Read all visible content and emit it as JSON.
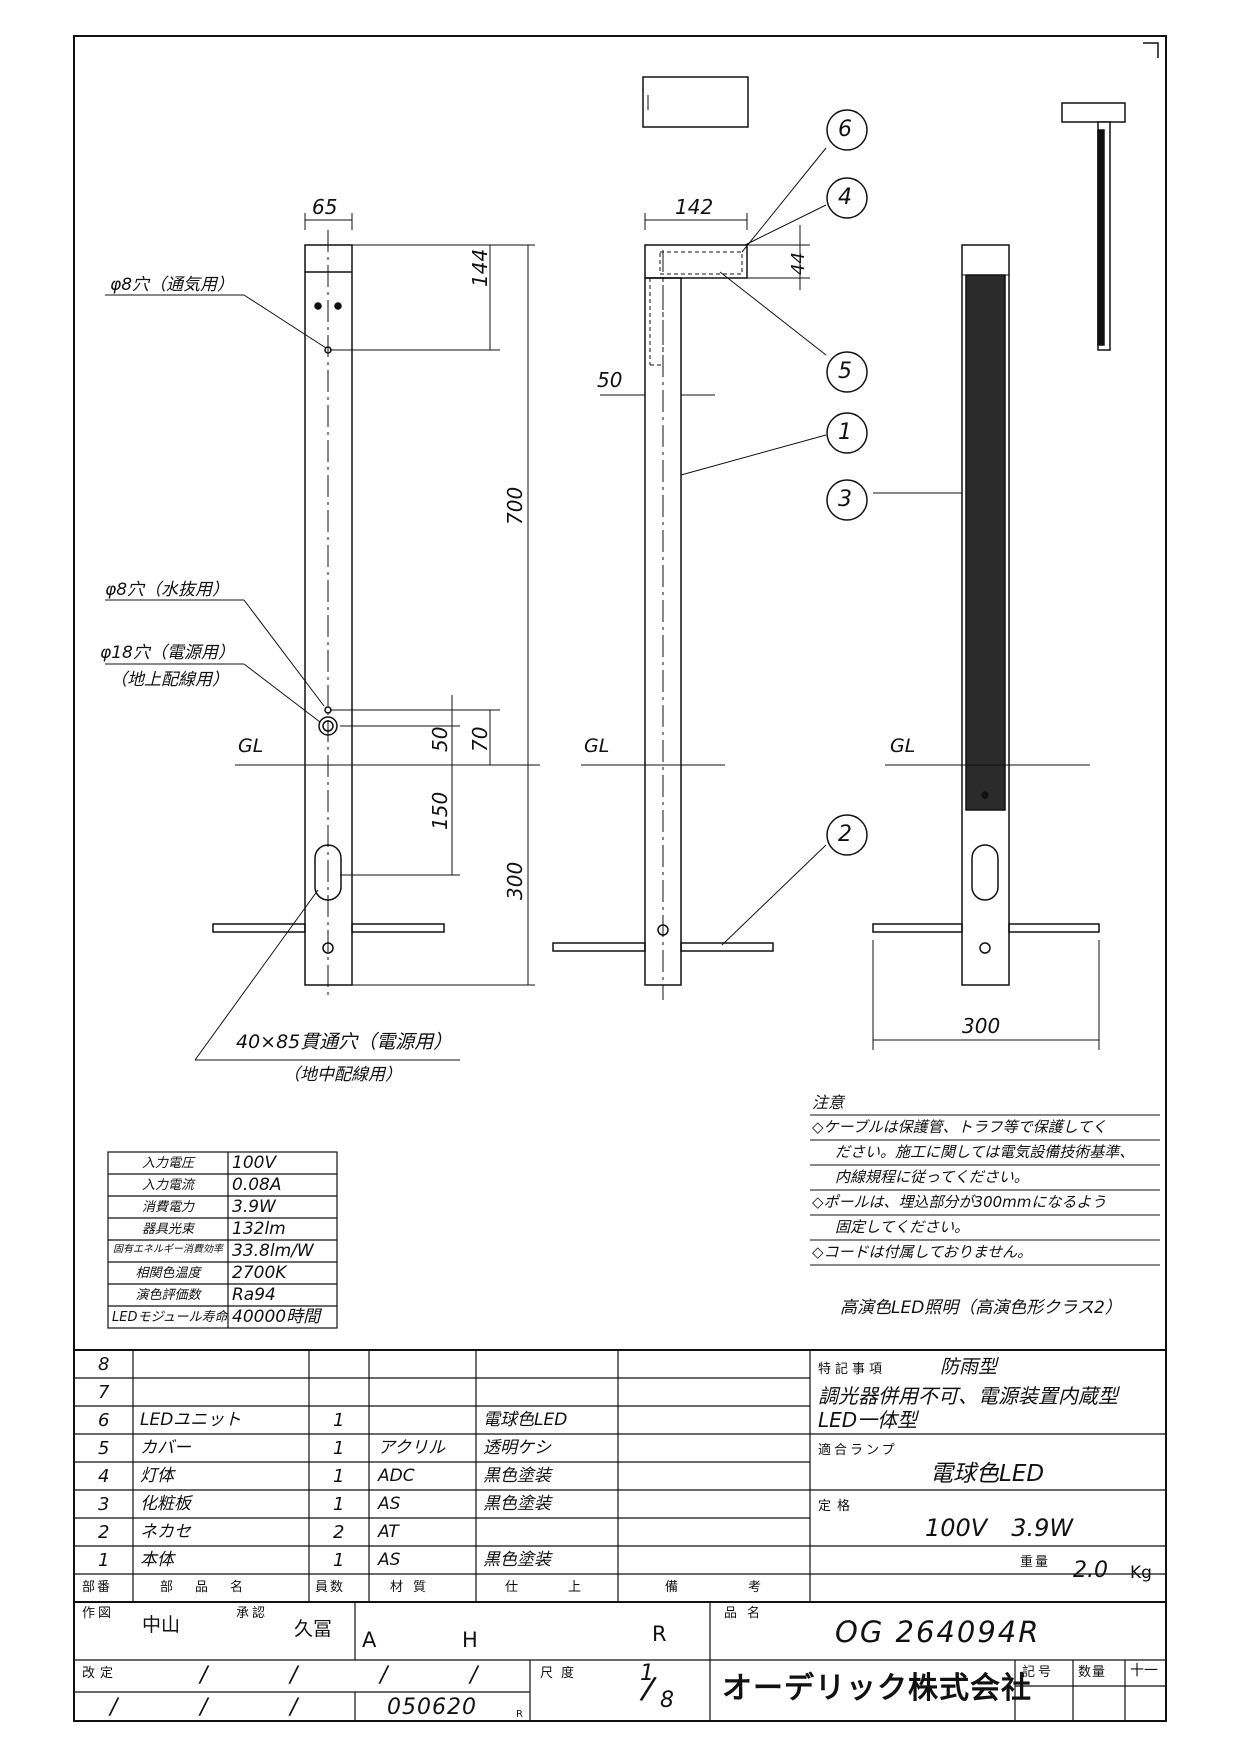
{
  "views": {
    "front": {
      "width_dim": "65",
      "vent_hole": "φ8穴（通気用）",
      "drain_hole": "φ8穴（水抜用）",
      "power_hole": "φ18穴（電源用）",
      "power_hole_sub": "（地上配線用）",
      "through_hole": "40×85貫通穴（電源用）",
      "through_hole_sub": "（地中配線用）",
      "dim_144": "144",
      "dim_700": "700",
      "dim_50": "50",
      "dim_70": "70",
      "dim_150": "150",
      "dim_300": "300",
      "gl": "GL"
    },
    "side": {
      "dim_142": "142",
      "dim_44": "44",
      "dim_50": "50",
      "gl": "GL",
      "callouts": [
        "6",
        "4",
        "5",
        "1",
        "2"
      ]
    },
    "rear": {
      "gl": "GL",
      "dim_300": "300",
      "callouts": [
        "3"
      ]
    }
  },
  "notes": {
    "title": "注意",
    "lines": [
      "◇ケーブルは保護管、トラフ等で保護してく",
      "ださい。施工に関しては電気設備技術基準、",
      "内線規程に従ってください。",
      "◇ポールは、埋込部分が300mmになるよう",
      "固定してください。",
      "◇コードは付属しておりません。"
    ],
    "footer": "高演色LED照明（高演色形クラス2）"
  },
  "specs": [
    {
      "label": "入力電圧",
      "value": "100V"
    },
    {
      "label": "入力電流",
      "value": "0.08A"
    },
    {
      "label": "消費電力",
      "value": "3.9W"
    },
    {
      "label": "器具光束",
      "value": "132lm"
    },
    {
      "label": "固有エネルギー消費効率",
      "value": "33.8lm/W"
    },
    {
      "label": "相関色温度",
      "value": "2700K"
    },
    {
      "label": "演色評価数",
      "value": "Ra94"
    },
    {
      "label": "LEDモジュール寿命",
      "value": "40000時間"
    }
  ],
  "parts_table": {
    "header": [
      "部番",
      "部品名",
      "員数",
      "材質",
      "仕上",
      "備考"
    ],
    "rows": [
      {
        "no": "8",
        "name": "",
        "qty": "",
        "material": "",
        "finish": ""
      },
      {
        "no": "7",
        "name": "",
        "qty": "",
        "material": "",
        "finish": ""
      },
      {
        "no": "6",
        "name": "LEDユニット",
        "qty": "1",
        "material": "",
        "finish": "電球色LED"
      },
      {
        "no": "5",
        "name": "カバー",
        "qty": "1",
        "material": "アクリル",
        "finish": "透明ケシ"
      },
      {
        "no": "4",
        "name": "灯体",
        "qty": "1",
        "material": "ADC",
        "finish": "黒色塗装"
      },
      {
        "no": "3",
        "name": "化粧板",
        "qty": "1",
        "material": "AS",
        "finish": "黒色塗装"
      },
      {
        "no": "2",
        "name": "ネカセ",
        "qty": "2",
        "material": "AT",
        "finish": ""
      },
      {
        "no": "1",
        "name": "本体",
        "qty": "1",
        "material": "AS",
        "finish": "黒色塗装"
      }
    ]
  },
  "special": {
    "label": "特記事項",
    "value": "防雨型",
    "line2": "調光器併用不可、電源装置内蔵型",
    "line3": "LED一体型"
  },
  "lamp": {
    "label": "適合ランプ",
    "value": "電球色LED"
  },
  "rating": {
    "label": "定格",
    "value": "100V　3.9W"
  },
  "weight": {
    "label": "重量",
    "value": "2.0",
    "unit": "Kg"
  },
  "title_block": {
    "drawn_label": "作図",
    "drawn_name": "中山",
    "approved_label": "承認",
    "approved_name": "久冨",
    "grade_a": "A",
    "grade_h": "H",
    "grade_r": "R",
    "product_label": "品名",
    "product_code": "OG 264094R",
    "revision_label": "改定",
    "slash": "/",
    "date": "050620",
    "date_suffix": "R",
    "scale_label": "尺度",
    "scale_num": "1",
    "scale_den": "8",
    "company": "オーデリック株式会社",
    "symbol_label": "記号",
    "count_label": "数量",
    "sheet_mark": "十一"
  }
}
